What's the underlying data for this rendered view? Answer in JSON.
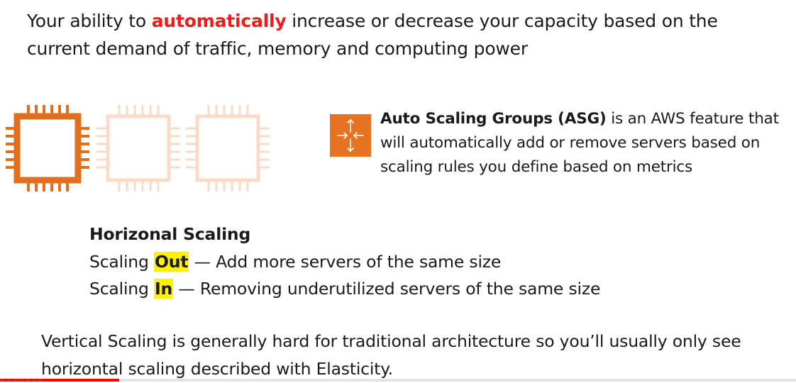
{
  "headline": {
    "before": "Your ability to ",
    "highlight": "automatically",
    "after": " increase or decrease your capacity based on the current demand of traffic, memory and computing power"
  },
  "asg": {
    "title": "Auto Scaling Groups (ASG)",
    "description": " is an AWS feature that will automatically add or remove servers based on scaling rules you define based on metrics"
  },
  "horizontal": {
    "title": "Horizonal Scaling",
    "rows": [
      {
        "prefix": "Scaling ",
        "key": "Out",
        "rest": " — Add more servers of the same size"
      },
      {
        "prefix": "Scaling ",
        "key": "In",
        "rest": " — Removing underutilized servers of the same size"
      }
    ]
  },
  "vertical_note": "Vertical Scaling is generally hard for traditional architecture so you’ll usually only see horizontal scaling described with Elasticity.",
  "colors": {
    "accent_red": "#ee1c1c",
    "chip_active": "#e06f1f",
    "chip_faded": "#f8dcc8",
    "asg_icon_bg": "#e47323",
    "highlight_yellow": "#fff200"
  },
  "icons": {
    "chips": [
      "ec2-instance-chip-icon",
      "ec2-instance-chip-icon",
      "ec2-instance-chip-icon"
    ],
    "asg": "auto-scaling-icon"
  },
  "video_progress": {
    "played_fraction": 0.15
  }
}
